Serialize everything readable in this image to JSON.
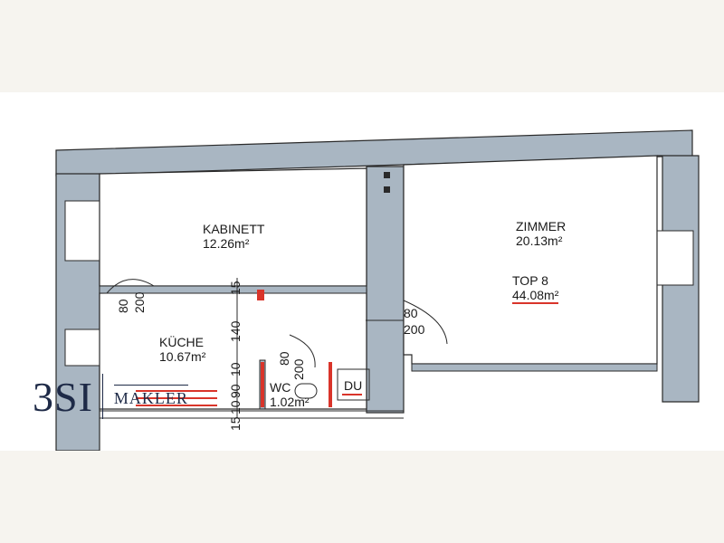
{
  "rooms": {
    "kabinett": {
      "name": "KABINETT",
      "area": "12.26m²"
    },
    "zimmer": {
      "name": "ZIMMER",
      "area": "20.13m²"
    },
    "top": {
      "name": "TOP 8",
      "area": "44.08m²"
    },
    "kueche": {
      "name": "KÜCHE",
      "area": "10.67m²"
    },
    "wc": {
      "name": "WC",
      "area": "1.02m²"
    },
    "du": {
      "name": "DU"
    }
  },
  "dimensions": {
    "door_kabinett_w": "80",
    "door_kabinett_h": "200",
    "door_zimmer_w": "80",
    "door_zimmer_h": "200",
    "door_wc_w": "80",
    "door_wc_h": "200",
    "dim_15": "15",
    "dim_140": "140",
    "dim_10": "10",
    "dim_90": "90",
    "dim_10b": "10",
    "dim_15b": "15"
  },
  "logo": {
    "mark": "3SI",
    "sub": "MAKLER"
  },
  "colors": {
    "wall": "#a9b6c2",
    "wall_dark": "#7f8e9c",
    "line": "#2a2a2a",
    "accent": "#d9342a",
    "logo": "#1e2a47"
  }
}
